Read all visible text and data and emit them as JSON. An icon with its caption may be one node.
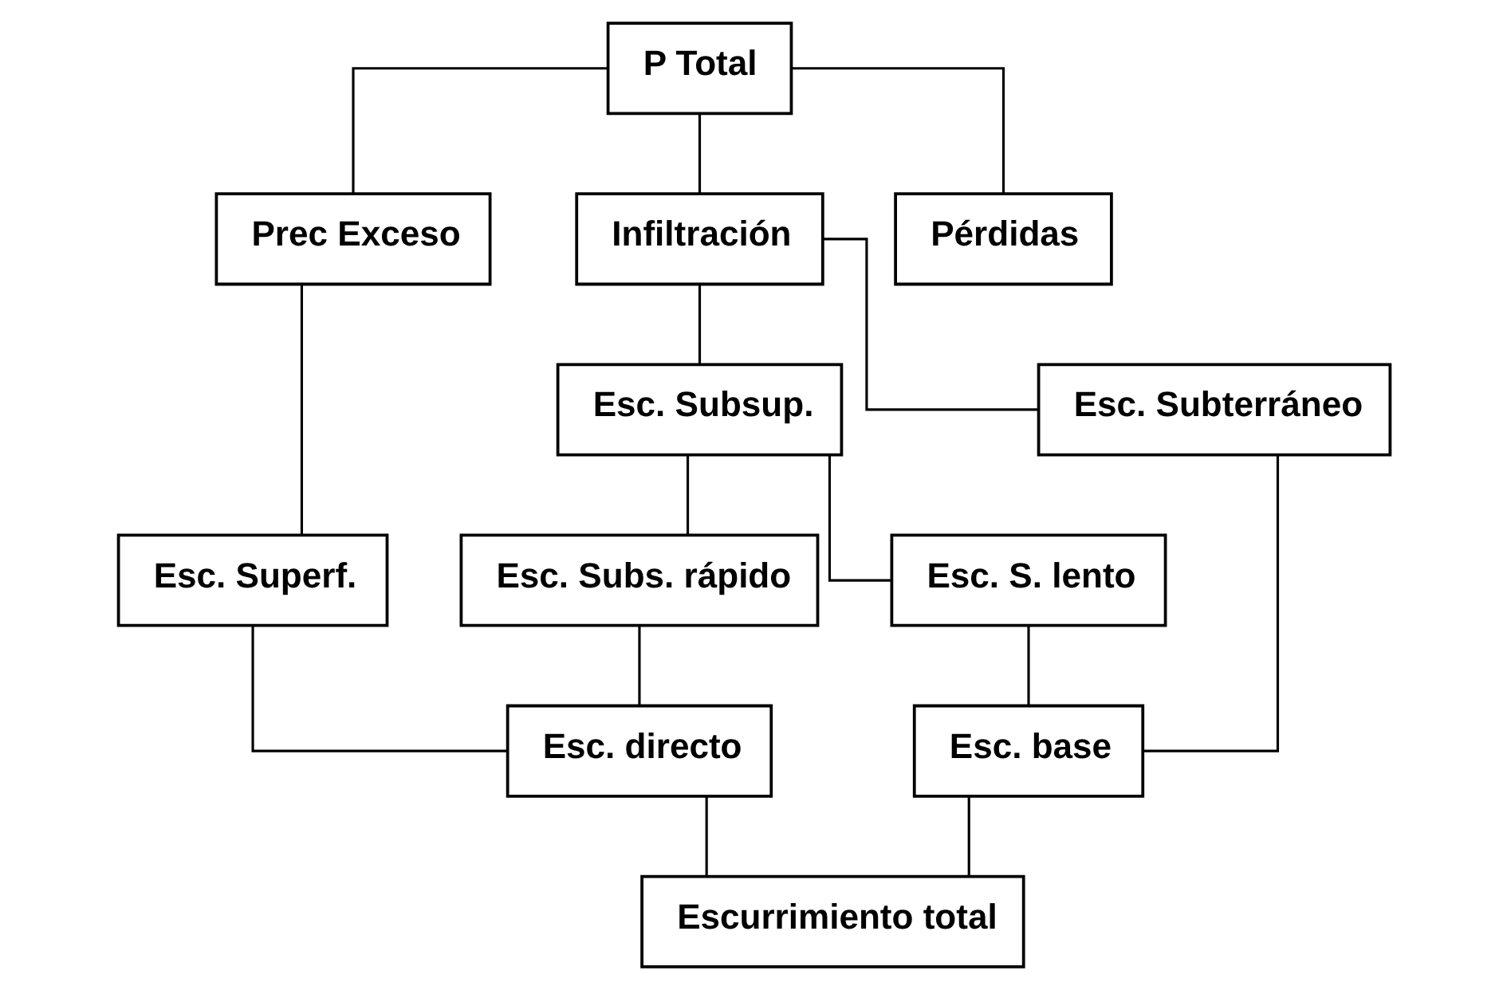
{
  "diagram": {
    "nodes": [
      {
        "text": [
          "P Total"
        ]
      },
      {
        "text": [
          "Prec Exceso"
        ]
      },
      {
        "text": [
          "Infiltración"
        ]
      },
      {
        "text": [
          "Pérdidas"
        ]
      },
      {
        "text": [
          "Esc. Superf."
        ]
      },
      {
        "text": [
          "Esc. Subsup."
        ]
      },
      {
        "text": [
          "Esc. Subterráneo"
        ]
      },
      {
        "text": [
          "Esc. Subs. rápido"
        ]
      },
      {
        "text": [
          "Esc. S. lento"
        ]
      },
      {
        "text": [
          "Esc. directo"
        ]
      },
      {
        "text": [
          "Esc. base"
        ]
      },
      {
        "text": [
          "Escurrimiento total"
        ]
      }
    ],
    "edges": [
      {
        "from": 0,
        "to": 1,
        "arrow": "none"
      },
      {
        "from": 0,
        "to": 2,
        "arrow": "none"
      },
      {
        "from": 0,
        "to": 3,
        "arrow": "none"
      },
      {
        "from": 1,
        "to": 4,
        "arrow": "none"
      },
      {
        "from": 2,
        "to": 5,
        "arrow": "none"
      },
      {
        "from": 2,
        "to": 6,
        "arrow": "none"
      },
      {
        "from": 5,
        "to": 7,
        "arrow": "none"
      },
      {
        "from": 5,
        "to": 8,
        "arrow": "none"
      },
      {
        "from": 4,
        "to": 9,
        "arrow": "none"
      },
      {
        "from": 7,
        "to": 9,
        "arrow": "none"
      },
      {
        "from": 8,
        "to": 10,
        "arrow": "none"
      },
      {
        "from": 6,
        "to": 10,
        "arrow": "none"
      },
      {
        "from": 9,
        "to": 11,
        "arrow": "none"
      },
      {
        "from": 10,
        "to": 11,
        "arrow": "none"
      }
    ]
  }
}
